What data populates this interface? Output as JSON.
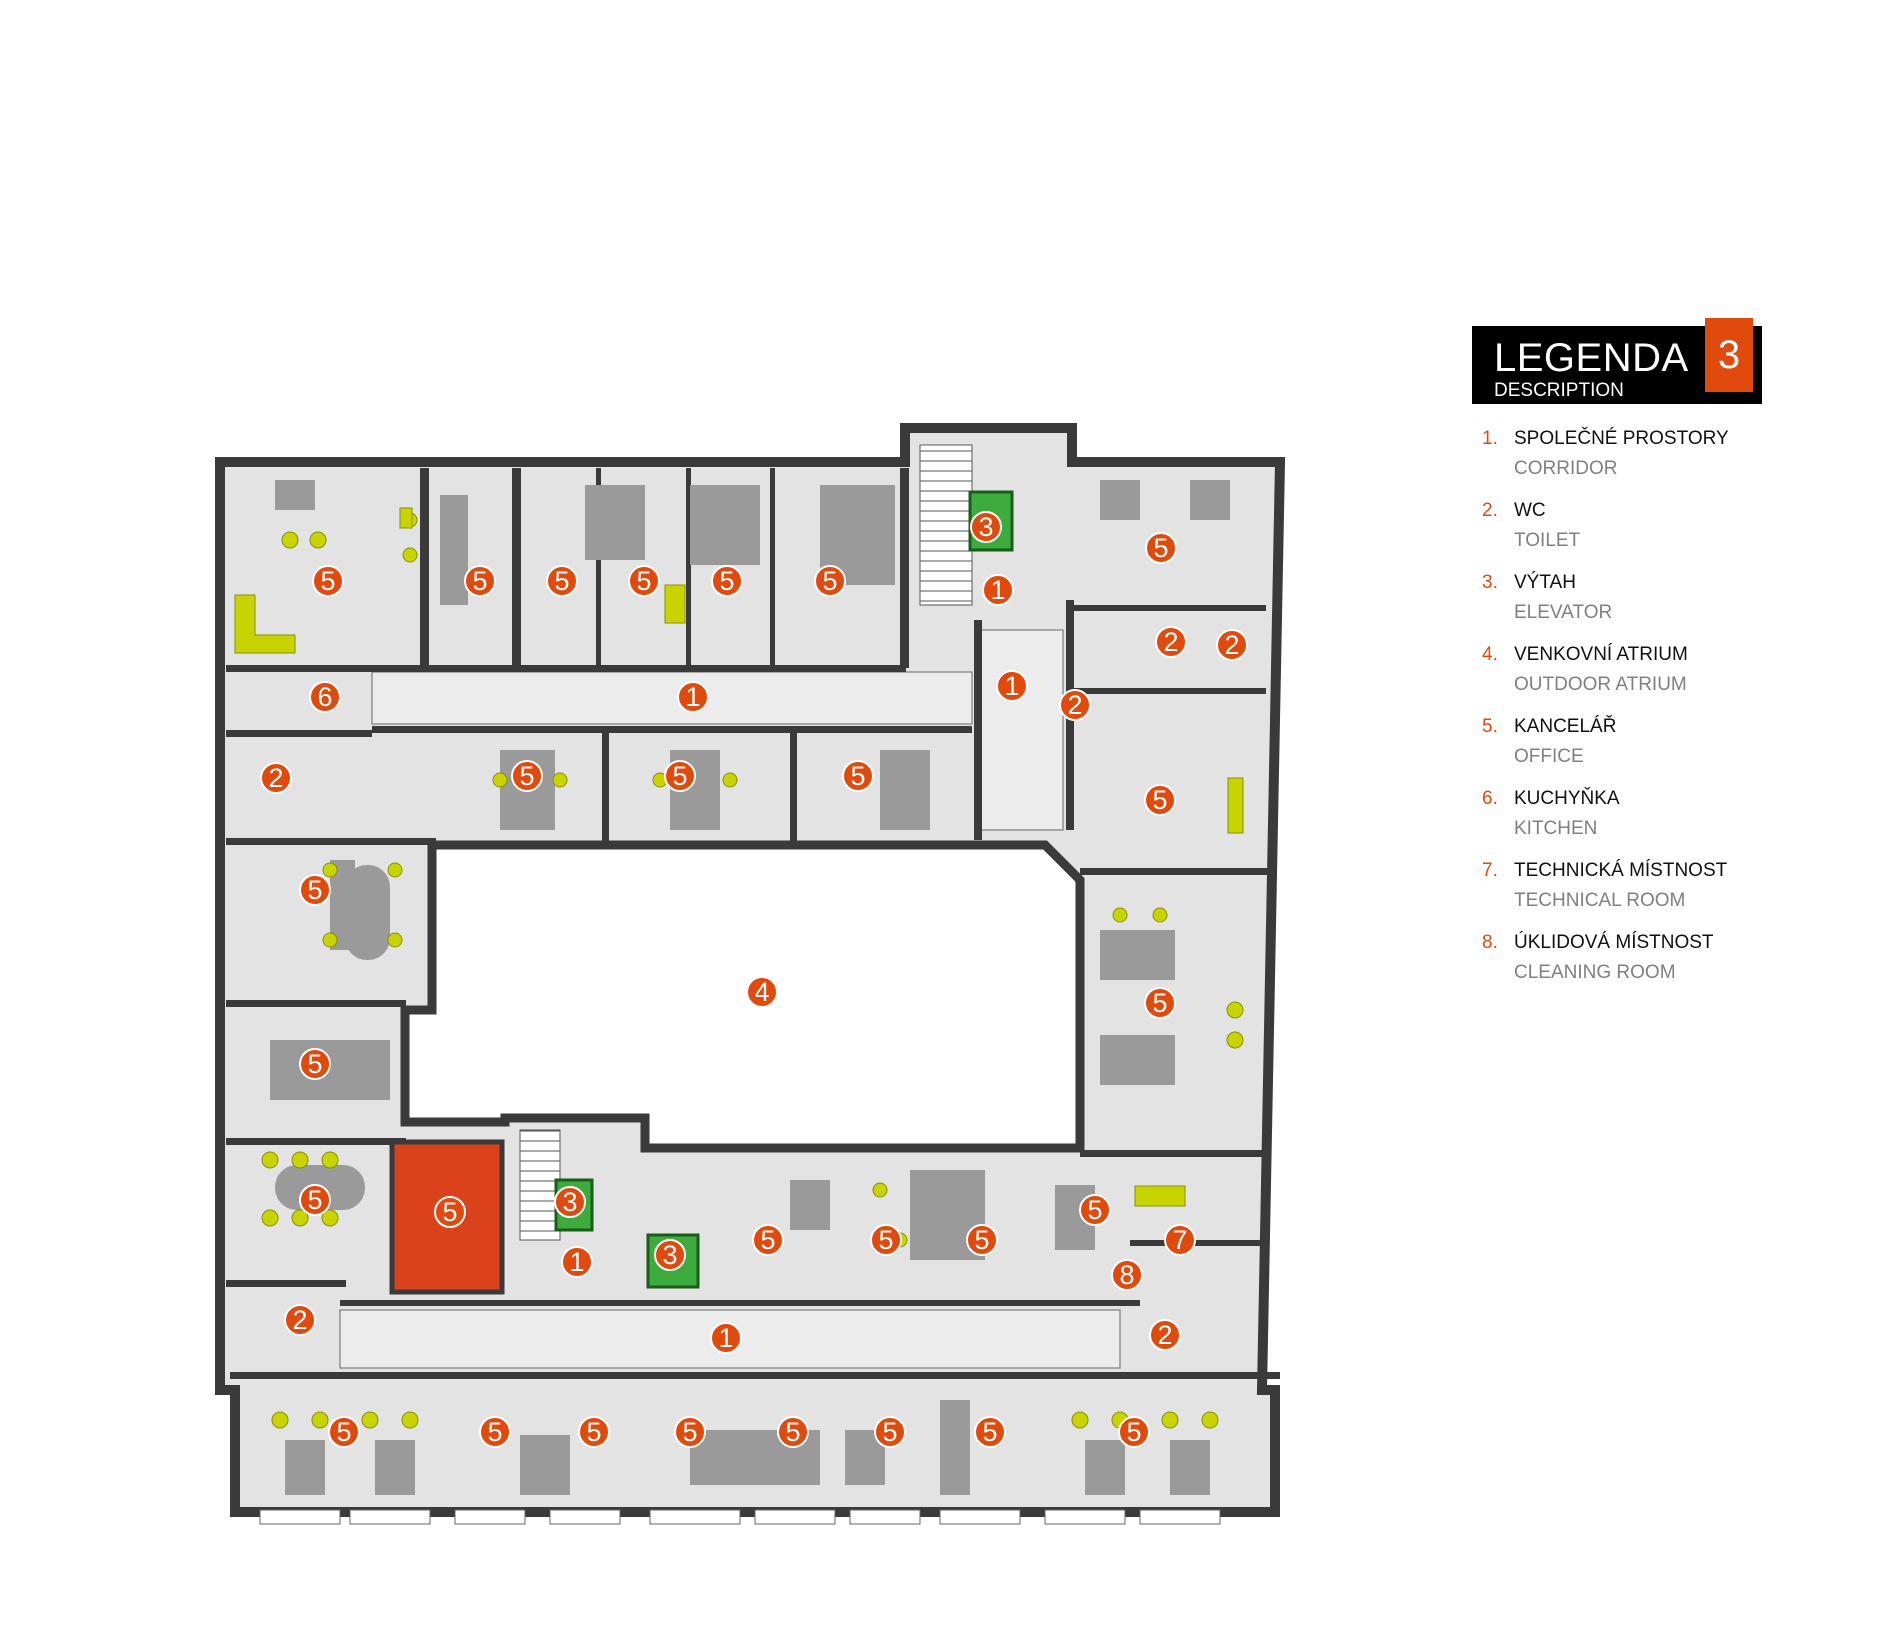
{
  "legend": {
    "title": "LEGENDA",
    "subtitle": "DESCRIPTION",
    "badge": "3",
    "items": [
      {
        "num": "1.",
        "cz": "SPOLEČNÉ PROSTORY",
        "en": "CORRIDOR"
      },
      {
        "num": "2.",
        "cz": "WC",
        "en": "TOILET"
      },
      {
        "num": "3.",
        "cz": "VÝTAH",
        "en": "ELEVATOR"
      },
      {
        "num": "4.",
        "cz": "VENKOVNÍ ATRIUM",
        "en": "OUTDOOR ATRIUM"
      },
      {
        "num": "5.",
        "cz": "KANCELÁŘ",
        "en": "OFFICE"
      },
      {
        "num": "6.",
        "cz": "KUCHYŇKA",
        "en": "KITCHEN"
      },
      {
        "num": "7.",
        "cz": "TECHNICKÁ MÍSTNOST",
        "en": "TECHNICAL ROOM"
      },
      {
        "num": "8.",
        "cz": "ÚKLIDOVÁ MÍSTNOST",
        "en": "CLEANING ROOM"
      }
    ]
  },
  "colors": {
    "accent": "#e04a0c",
    "wall": "#3a3a3a",
    "floor": "#e3e3e3",
    "elevator": "#3dab3d",
    "highlight_office": "#d9421a",
    "chair": "#c8d400"
  },
  "markers": {
    "m1": "1",
    "m2": "2",
    "m3": "3",
    "m4": "4",
    "m5": "5",
    "m6": "6",
    "m7": "7",
    "m8": "8"
  }
}
